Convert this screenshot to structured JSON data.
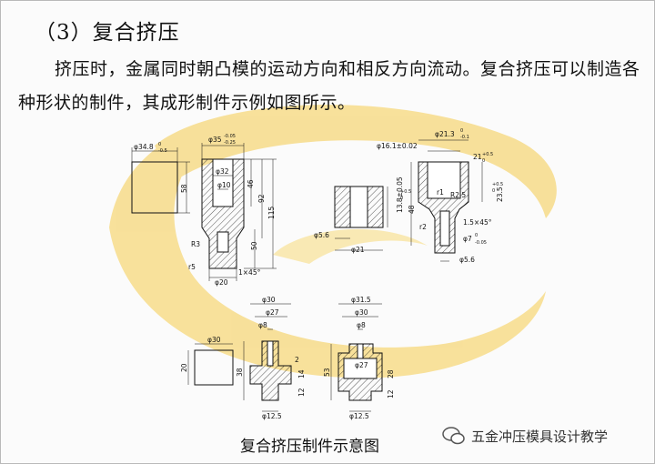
{
  "section_heading": "（3）复合挤压",
  "paragraph": "挤压时，金属同时朝凸模的运动方向和相反方向流动。复合挤压可以制造各种形状的制件，其成形制件示例如图所示。",
  "figure_caption": "复合挤压制件示意图",
  "watermark_text": "五金冲压模具设计教学",
  "colors": {
    "watermark_yellow": "#f7dc8a",
    "line": "#111111"
  },
  "drawing_labels": {
    "p1_blank_dia": "φ34.8",
    "p1_blank_tol": "0",
    "p1_blank_tol2": "-0.5",
    "p1_blank_h": "58",
    "p2_top_dia": "φ35",
    "p2_top_tol": "-0.05",
    "p2_top_tol2": "-0.25",
    "p2_bore": "φ32",
    "p2_inner": "φ10",
    "p2_r3": "R3",
    "p2_r5": "r5",
    "p2_chamfer": "1×45°",
    "p2_bottom_dia": "φ20",
    "p2_46": "46",
    "p2_92": "92",
    "p2_115": "115",
    "p2_50": "50",
    "p3_dia": "φ5.6",
    "p3_21": "φ21",
    "p3_13": "13.8±0.05",
    "p4_top": "φ21.3",
    "p4_top_tol": "0",
    "p4_top_tol2": "-0.1",
    "p4_161": "φ16.1±0.02",
    "p4_21": "21",
    "p4_21tol": "+0.5",
    "p4_21tol2": "0",
    "p4_235": "23.5",
    "p4_235tol": "+0.5",
    "p4_235tol2": "0",
    "p4_48": "48",
    "p4_48tol": "+0.5",
    "p4_48tol2": "0",
    "p4_r1": "r1",
    "p4_r25": "R2.5",
    "p4_r2": "r2",
    "p4_15": "1.5×45°",
    "p4_7": "φ7",
    "p4_7tol": "0",
    "p4_7tol2": "-0.05",
    "p4_56": "φ5.6",
    "p5_dia": "φ30",
    "p5_h": "20",
    "p6_30": "φ30",
    "p6_27": "φ27",
    "p6_8": "φ8",
    "p6_38": "38",
    "p6_2": "2",
    "p6_14": "14",
    "p6_12": "12",
    "p6_125": "φ12.5",
    "p7_315": "φ31.5",
    "p7_30": "φ30",
    "p7_8": "φ8",
    "p7_27": "φ27",
    "p7_53": "53",
    "p7_28": "28",
    "p7_12": "12",
    "p7_125": "φ12.5"
  }
}
